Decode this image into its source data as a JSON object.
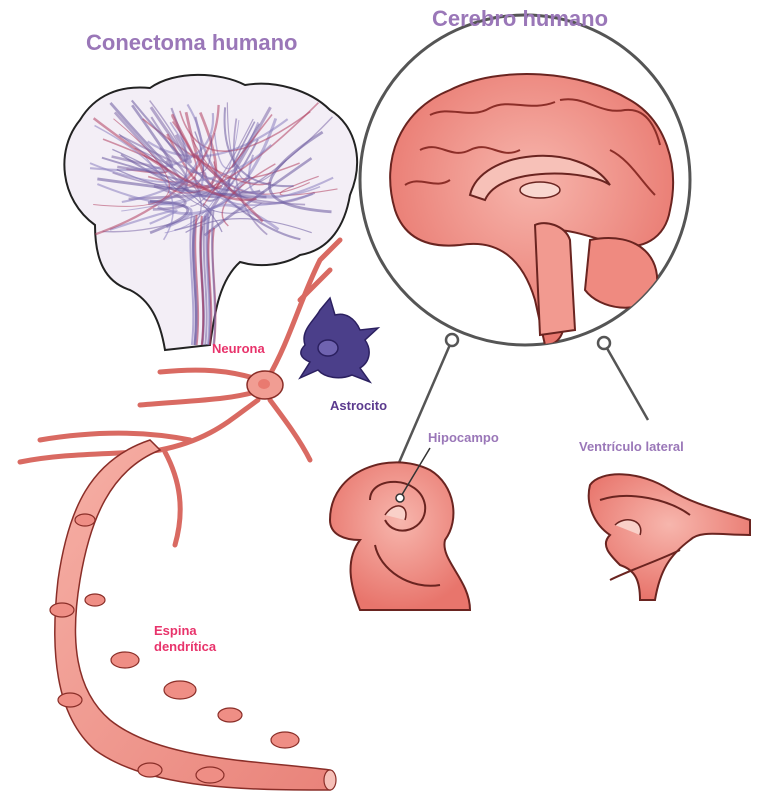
{
  "titles": {
    "connectome": "Conectoma humano",
    "brain": "Cerebro humano"
  },
  "labels": {
    "neuron": "Neurona",
    "astrocyte": "Astrocito",
    "spine_line1": "Espina",
    "spine_line2": "dendrítica",
    "hippocampus": "Hipocampo",
    "ventricle": "Ventrículo lateral"
  },
  "colors": {
    "title_purple": "#9a77b8",
    "label_pink": "#e8336b",
    "label_purple": "#5b3a8e",
    "tissue": "#f08a82",
    "tissue_dark": "#d9574f",
    "tissue_light": "#f6b3ab",
    "outline": "#2b2b2b",
    "fiber_purple": "#6a5a9e",
    "fiber_red": "#b04060",
    "astro": "#4b3f8a"
  }
}
